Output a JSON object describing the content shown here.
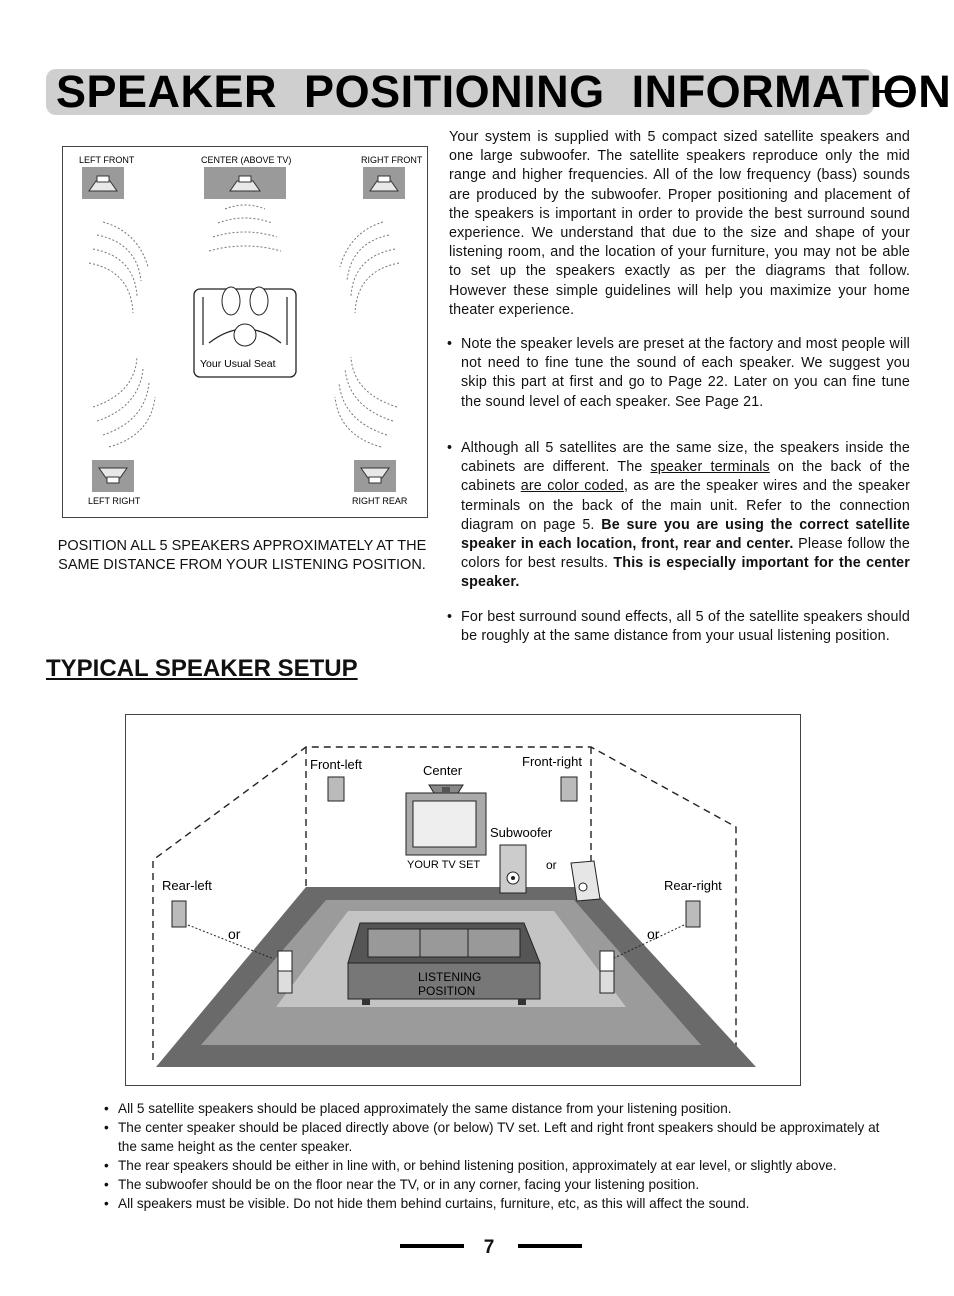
{
  "title": "SPEAKER  POSITIONING  INFORMATION",
  "diagram1": {
    "left_front": "LEFT FRONT",
    "center": "CENTER (ABOVE TV)",
    "right_front": "RIGHT FRONT",
    "seat": "Your Usual Seat",
    "left_rear": "LEFT RIGHT",
    "right_rear": "RIGHT REAR"
  },
  "caption1": "POSITION ALL 5 SPEAKERS APPROXIMATELY AT THE SAME DISTANCE FROM YOUR LISTENING POSITION.",
  "intro": "Your system is supplied with 5 compact sized satellite speakers and one large subwoofer. The satellite speakers reproduce only the mid range and higher frequencies. All of the low frequency (bass) sounds are produced by the subwoofer. Proper positioning and placement of the speakers is important in order to provide the best surround sound experience. We understand that due to the size and shape of your listening room, and the location of your furniture, you may not be able to set up the speakers exactly as per the diagrams that follow. However these simple guidelines will help you maximize your home theater experience.",
  "bullets_right": {
    "b1": "Note the speaker levels are preset at the factory and most people will not need to fine tune the sound of each speaker. We suggest you skip this part at first and go to Page 22. Later on you can fine tune the sound level of each speaker. See Page 21.",
    "b2": {
      "t1": "Although all 5 satellites are the same size, the speakers inside the cabinets are different. The ",
      "u1": "speaker terminals",
      "t2": " on the back of the cabinets ",
      "u2": "are color coded",
      "t3": ", as are the speaker wires and the speaker terminals on the back of the main unit. Refer to the connection diagram on page 5. ",
      "b1": "Be sure you are using the correct satellite speaker in each location, front, rear and center.",
      "t4": " Please follow the colors for best results. ",
      "b2": "This is especially important for the center speaker."
    },
    "b3": "For best surround sound effects, all 5 of the satellite speakers should be roughly at the same distance from your usual listening position."
  },
  "subhead": "TYPICAL SPEAKER SETUP",
  "diagram2": {
    "front_left": "Front-left",
    "center": "Center",
    "front_right": "Front-right",
    "subwoofer": "Subwoofer",
    "tv": "YOUR TV SET",
    "or_sub": "or",
    "rear_left": "Rear-left",
    "rear_right": "Rear-right",
    "or_left": "or",
    "or_right": "or",
    "listening1": "LISTENING",
    "listening2": "POSITION"
  },
  "bottom_bullets": [
    "All 5 satellite speakers should be placed approximately the same distance from your listening position.",
    "The center speaker should be placed directly above (or below) TV set. Left and right front speakers should be approximately at the same height as the center speaker.",
    "The rear speakers should be either in line with, or behind listening position, approximately at ear level, or slightly above.",
    "The subwoofer should be on the floor near the TV, or in any corner, facing your listening position.",
    "All speakers must be visible. Do not hide them behind curtains, furniture, etc, as this will affect the sound."
  ],
  "page_number": "7"
}
